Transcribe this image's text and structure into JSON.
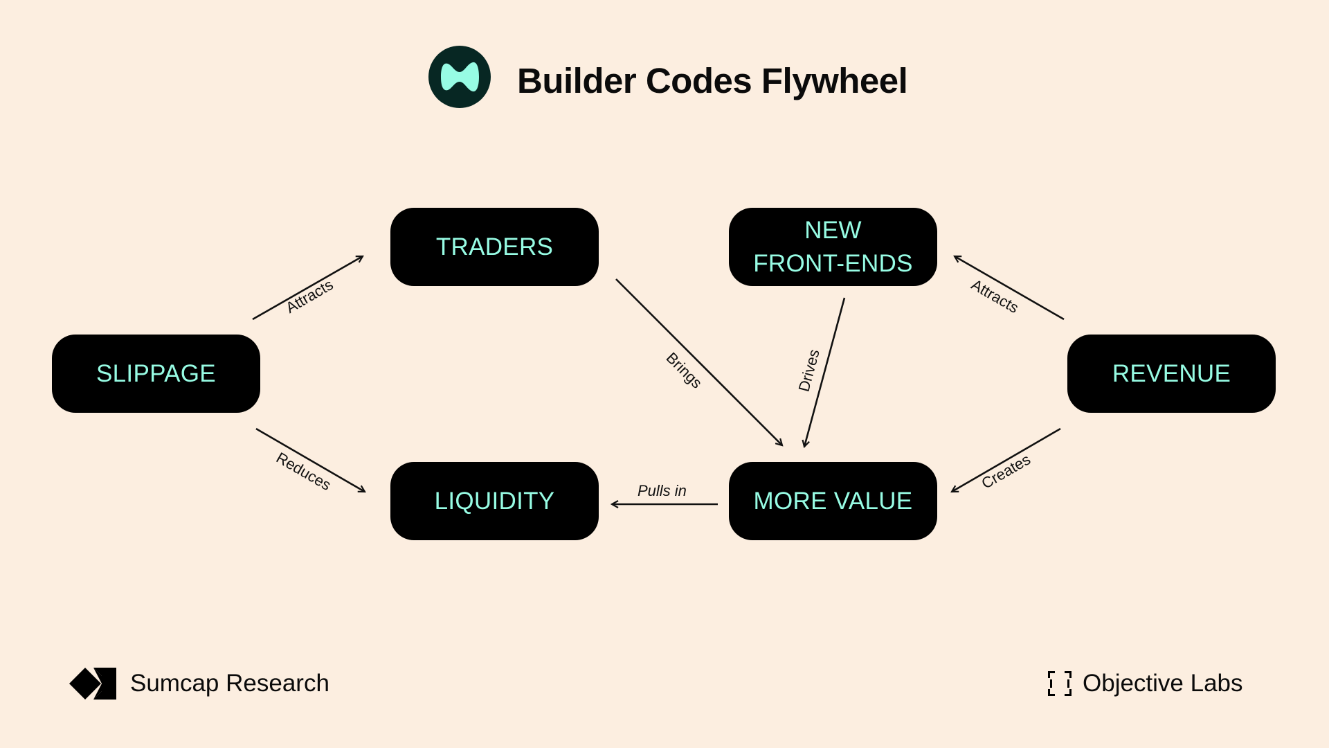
{
  "header": {
    "title": "Builder Codes Flywheel",
    "logo_icon": "hourglass-wave-logo-icon"
  },
  "colors": {
    "background": "#FCEEE0",
    "node_fill": "#000000",
    "node_text": "#97FCE4",
    "logo_circle": "#072723",
    "logo_mark": "#97FCE4",
    "arrow": "#111111"
  },
  "nodes": [
    {
      "id": "slippage",
      "label": "SLIPPAGE"
    },
    {
      "id": "traders",
      "label": "TRADERS"
    },
    {
      "id": "new-front-ends",
      "label": "NEW\nFRONT-ENDS"
    },
    {
      "id": "revenue",
      "label": "REVENUE"
    },
    {
      "id": "liquidity",
      "label": "LIQUIDITY"
    },
    {
      "id": "more-value",
      "label": "MORE VALUE"
    }
  ],
  "edges": [
    {
      "from": "slippage",
      "to": "traders",
      "label": "Attracts"
    },
    {
      "from": "slippage",
      "to": "liquidity",
      "label": "Reduces"
    },
    {
      "from": "traders",
      "to": "more-value",
      "label": "Brings"
    },
    {
      "from": "new-front-ends",
      "to": "more-value",
      "label": "Drives"
    },
    {
      "from": "revenue",
      "to": "new-front-ends",
      "label": "Attracts"
    },
    {
      "from": "revenue",
      "to": "more-value",
      "label": "Creates"
    },
    {
      "from": "more-value",
      "to": "liquidity",
      "label": "Pulls in"
    }
  ],
  "footer": {
    "left_brand": "Sumcap Research",
    "left_icon": "sumcap-diamond-chevron-icon",
    "right_brand": "Objective Labs",
    "right_icon": "objective-labs-bracket-icon"
  }
}
